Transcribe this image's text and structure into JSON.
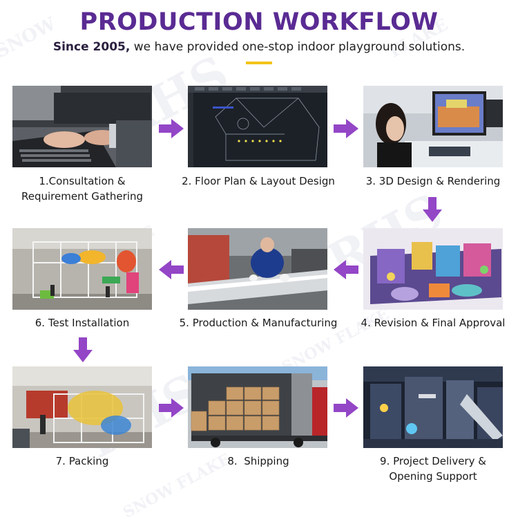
{
  "header": {
    "title": "PRODUCTION WORKFLOW",
    "subtitle_bold": "Since 2005,",
    "subtitle_rest": " we have provided one-stop indoor playground solutions."
  },
  "steps": [
    {
      "line1": "1.Consultation &",
      "line2": "Requirement Gathering"
    },
    {
      "line1": "2. Floor Plan & Layout Design",
      "line2": ""
    },
    {
      "line1": "3. 3D Design & Rendering",
      "line2": ""
    },
    {
      "line1": "4. Revision & Final Approval",
      "line2": ""
    },
    {
      "line1": "5. Production & Manufacturing",
      "line2": ""
    },
    {
      "line1": "6. Test Installation",
      "line2": ""
    },
    {
      "line1": "7. Packing",
      "line2": ""
    },
    {
      "line1": "8.  Shipping",
      "line2": ""
    },
    {
      "line1": "9. Project Delivery &",
      "line2": "Opening Support"
    }
  ],
  "colors": {
    "title": "#5a2b93",
    "arrow": "#9346c6",
    "accent_line": "#f3c318"
  },
  "watermark": "SNOW FLAKE PLAY"
}
